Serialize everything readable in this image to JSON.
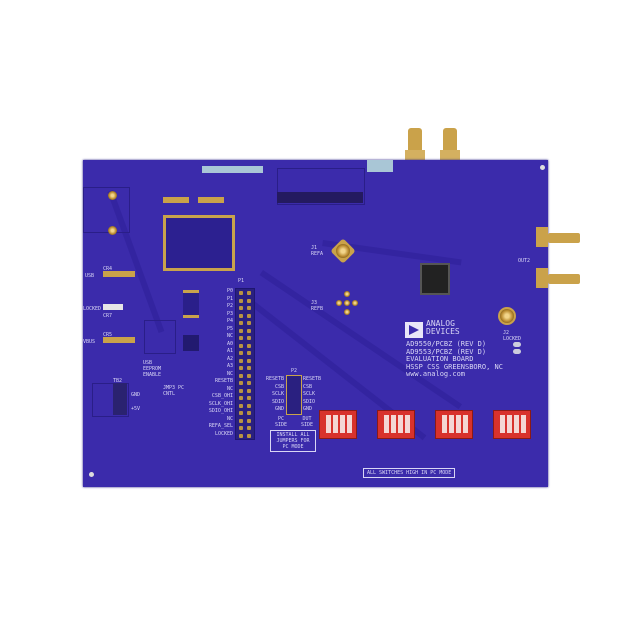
{
  "board": {
    "color": "#3b2bab",
    "logo": {
      "line1": "ANALOG",
      "line2": "DEVICES"
    },
    "info": [
      "AD9550/PCBZ (REV D)",
      "AD9553/PCBZ (REV D)",
      "EVALUATION BOARD",
      "HSSP CSS GREENSBORO, NC",
      "www.analog.com"
    ],
    "connectors": {
      "j1": "J1 REFA",
      "j3": "J3 REFB",
      "j2": "J2 LOCKED",
      "out": "OUT2",
      "tb2": "TB2",
      "gnd": "GND",
      "v5": "+5V",
      "usb": "USB",
      "eeprom": "USB EEPROM ENABLE",
      "jmp": "JMP3 PC CNTL",
      "p1": "P1",
      "p2": "P2"
    },
    "leds": [
      "CR4",
      "CR7",
      "CR5"
    ],
    "led_labels": [
      "USB",
      "LOCKED",
      "VBUS"
    ],
    "p1_labels": [
      "P0",
      "P1",
      "P2",
      "P3",
      "P4",
      "P5",
      "NC",
      "A0",
      "A1",
      "A2",
      "A3",
      "NC",
      "RESETB",
      "NC",
      "CSB_OHI",
      "SCLK_OHI",
      "SDIO_OHI",
      "NC",
      "REFA_SEL",
      "LOCKED"
    ],
    "p2_left": [
      "RESETB",
      "CSB",
      "SCLK",
      "SDIO",
      "GND"
    ],
    "p2_right": [
      "RESETB",
      "CSB",
      "SCLK",
      "SDIO",
      "GND"
    ],
    "pc_side": "PC SIDE",
    "dut_side": "DUT SIDE",
    "jumper_note": "INSTALL ALL JUMPERS FOR PC MODE",
    "switch_note": "ALL SWITCHES HIGH IN PC MODE"
  }
}
